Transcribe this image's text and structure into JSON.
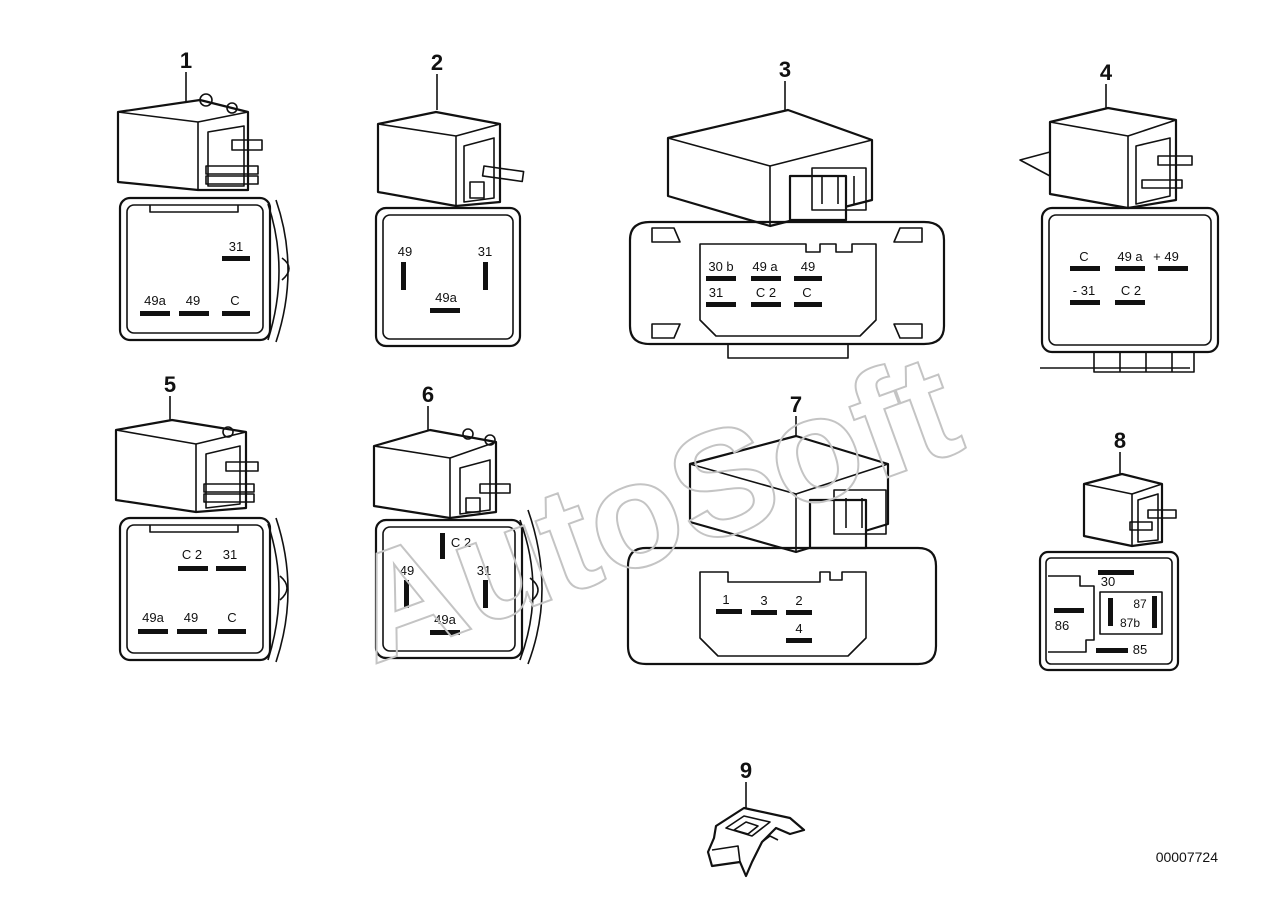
{
  "parts": [
    {
      "callout": "1",
      "pins": [
        "31",
        "49a",
        "49",
        "C"
      ]
    },
    {
      "callout": "2",
      "pins": [
        "49",
        "31",
        "49a"
      ]
    },
    {
      "callout": "3",
      "pins": [
        "30 b",
        "49 a",
        "49",
        "31",
        "C 2",
        "C"
      ]
    },
    {
      "callout": "4",
      "pins": [
        "C",
        "49 a",
        "+ 49",
        "- 31",
        "C 2"
      ]
    },
    {
      "callout": "5",
      "pins": [
        "C 2",
        "31",
        "49a",
        "49",
        "C"
      ]
    },
    {
      "callout": "6",
      "pins": [
        "C 2",
        "49",
        "31",
        "49a"
      ]
    },
    {
      "callout": "7",
      "pins": [
        "1",
        "3",
        "2",
        "4"
      ]
    },
    {
      "callout": "8",
      "pins": [
        "30",
        "87",
        "86",
        "87b",
        "85"
      ]
    },
    {
      "callout": "9",
      "pins": []
    }
  ],
  "watermark": "AutoSoft",
  "drawing_number": "00007724"
}
